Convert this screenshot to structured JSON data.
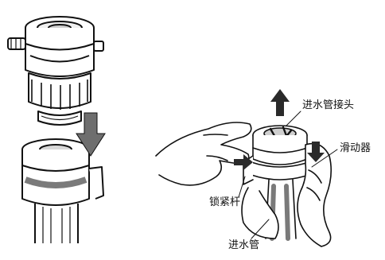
{
  "labels": {
    "inlet_connector": "进水管接头",
    "slider": "滑动器",
    "lock_lever": "锁紧杆",
    "inlet_pipe": "进水管"
  },
  "colors": {
    "line": "#111111",
    "arrow": "#2a2a2a",
    "accent_gray": "#7a7a7a",
    "background": "#ffffff"
  },
  "icons": {
    "left_assembly": "faucet-adapter-illustration",
    "right_assembly": "hands-installing-inlet-hose-illustration",
    "down_arrow": "down-arrow-icon",
    "up_arrow": "up-arrow-icon"
  }
}
